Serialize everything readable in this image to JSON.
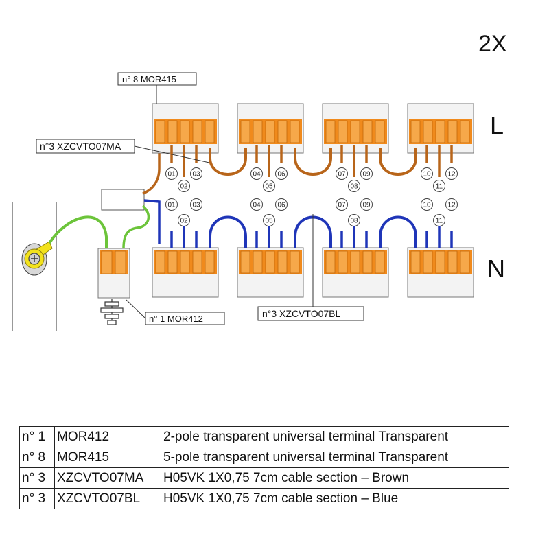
{
  "multiplier": "2X",
  "phase_labels": {
    "live": "L",
    "neutral": "N"
  },
  "callouts": {
    "terminal_5pole": "n° 8 MOR415",
    "cable_brown": "n°3 XZCVTO07MA",
    "cable_blue": "n°3 XZCVTO07BL",
    "terminal_2pole": "n° 1 MOR412"
  },
  "top_numbers": [
    "01",
    "02",
    "03",
    "04",
    "05",
    "06",
    "07",
    "08",
    "09",
    "10",
    "11",
    "12"
  ],
  "bottom_numbers": [
    "01",
    "02",
    "03",
    "04",
    "05",
    "06",
    "07",
    "08",
    "09",
    "10",
    "11",
    "12"
  ],
  "colors": {
    "terminal_orange": "#f08a1c",
    "terminal_body": "#f3f3f3",
    "brown_wire": "#b8651a",
    "blue_wire": "#1f35b8",
    "earth_green": "#6cc43a",
    "earth_yellow": "#f2e21c"
  },
  "parts": [
    {
      "qty": "n° 1",
      "code": "MOR412",
      "description": "2-pole transparent universal terminal Transparent"
    },
    {
      "qty": "n° 8",
      "code": "MOR415",
      "description": "5-pole transparent universal terminal Transparent"
    },
    {
      "qty": "n° 3",
      "code": "XZCVTO07MA",
      "description": "H05VK 1X0,75 7cm cable section – Brown"
    },
    {
      "qty": "n° 3",
      "code": "XZCVTO07BL",
      "description": "H05VK 1X0,75 7cm cable section – Blue"
    }
  ]
}
